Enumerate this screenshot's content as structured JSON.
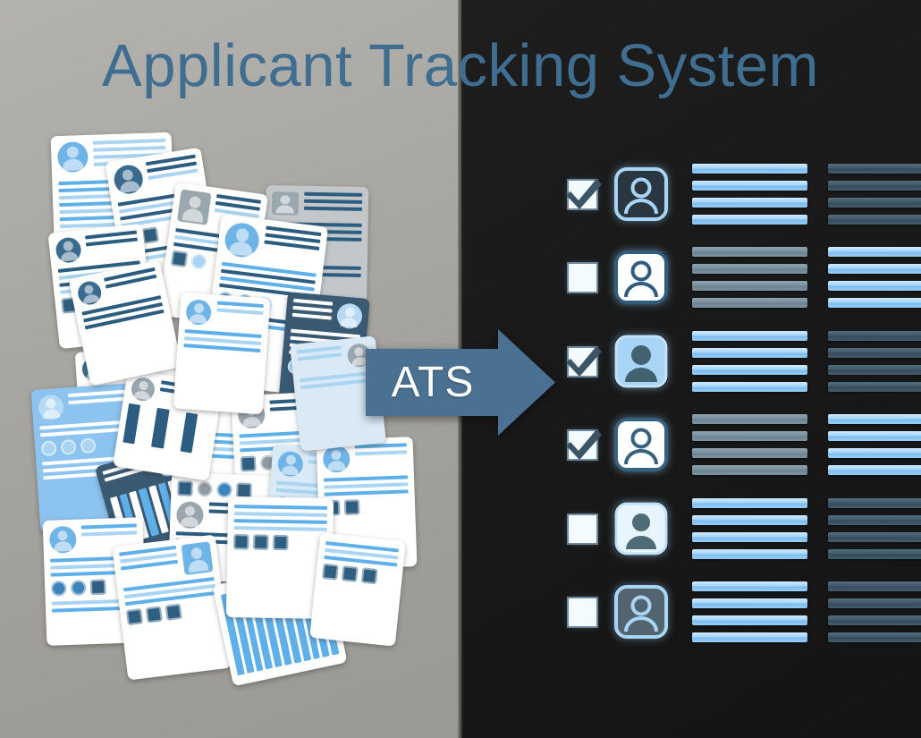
{
  "title": "Applicant Tracking System",
  "colors": {
    "title": "#3f6e91",
    "panel_left_bg": "#a8a6a1",
    "panel_right_bg": "#1a1a1a",
    "arrow": "#4a7191",
    "arrow_label": "#ffffff",
    "bar_blue": "#a6d5f7",
    "bar_slate": "#41596b",
    "bar_gray": "#7b919e",
    "checkbox_fill": "#f4fbff",
    "checkmark": "#3c5566"
  },
  "arrow": {
    "label": "ATS",
    "direction": "right"
  },
  "left_panel": {
    "name": "resume-pile",
    "description": "Scattered stack of applicant resume documents",
    "document_count": 24
  },
  "right_panel": {
    "name": "candidate-list",
    "rows": [
      {
        "index": 1,
        "checked": true,
        "avatar_style": "dark-fill-outline",
        "left_bars": "blue",
        "right_bars": "slate",
        "bar_count": 4
      },
      {
        "index": 2,
        "checked": false,
        "avatar_style": "white-fill-outline",
        "left_bars": "gray",
        "right_bars": "blue",
        "bar_count": 4
      },
      {
        "index": 3,
        "checked": true,
        "avatar_style": "blue-fill-solid",
        "left_bars": "blue",
        "right_bars": "slate",
        "bar_count": 4
      },
      {
        "index": 4,
        "checked": true,
        "avatar_style": "white-fill-outline",
        "left_bars": "gray",
        "right_bars": "blue",
        "bar_count": 4
      },
      {
        "index": 5,
        "checked": false,
        "avatar_style": "white-fill-solid",
        "left_bars": "blue",
        "right_bars": "slate",
        "bar_count": 4
      },
      {
        "index": 6,
        "checked": false,
        "avatar_style": "dark-fill-outline",
        "left_bars": "blue",
        "right_bars": "slate",
        "bar_count": 4
      }
    ],
    "checked_count": 3,
    "total_count": 6
  }
}
